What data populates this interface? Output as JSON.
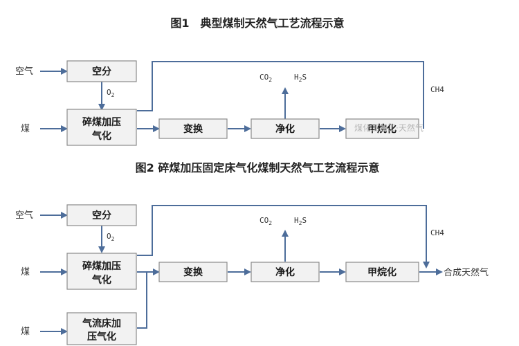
{
  "figure1": {
    "title": "图1　典型煤制天然气工艺流程示意",
    "inputs": {
      "air": "空气",
      "coal": "煤"
    },
    "boxes": {
      "air_separation": "空分",
      "gasification_line1": "碎煤加压",
      "gasification_line2": "气化",
      "shift": "变换",
      "purification": "净化",
      "methanation": "甲烷化"
    },
    "labels": {
      "o2_main": "O",
      "o2_sub": "2",
      "co2_main": "CO",
      "co2_sub": "2",
      "h2s_h": "H",
      "h2s_sub": "2",
      "h2s_s": "S",
      "ch4": "CH4"
    },
    "watermark": "煤化工加工·天然气"
  },
  "figure2": {
    "title": "图2 碎煤加压固定床气化煤制天然气工艺流程示意",
    "inputs": {
      "air": "空气",
      "coal_top": "煤",
      "coal_bottom": "煤"
    },
    "boxes": {
      "air_separation": "空分",
      "gasification_line1": "碎煤加压",
      "gasification_line2": "气化",
      "entrained_line1": "气流床加",
      "entrained_line2": "压气化",
      "shift": "变换",
      "purification": "净化",
      "methanation": "甲烷化"
    },
    "labels": {
      "o2_main": "O",
      "o2_sub": "2",
      "co2_main": "CO",
      "co2_sub": "2",
      "h2s_h": "H",
      "h2s_sub": "2",
      "h2s_s": "S",
      "ch4": "CH4"
    },
    "output": "合成天然气"
  },
  "colors": {
    "flow": "#4d6d9a",
    "box_fill": "#f2f2f2",
    "box_border": "#8a8a8a"
  }
}
